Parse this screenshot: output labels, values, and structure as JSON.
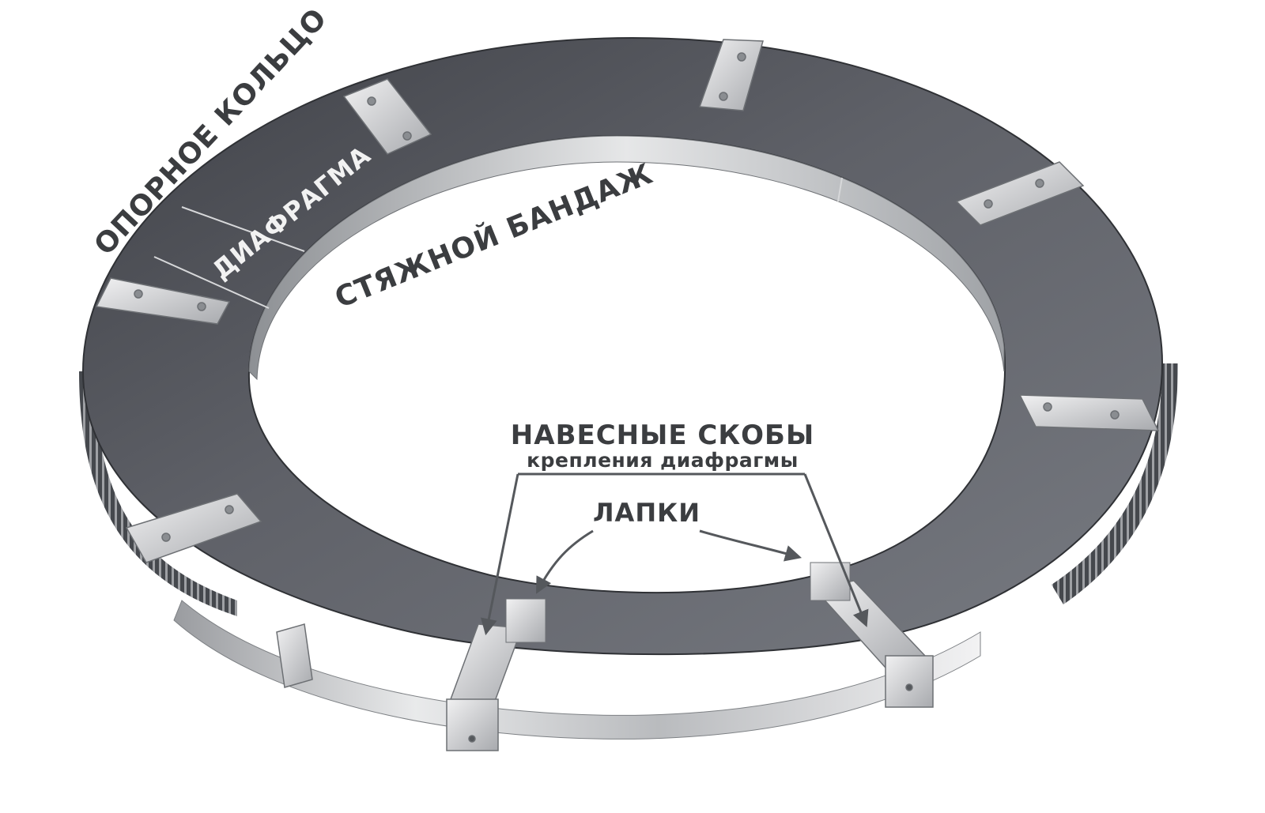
{
  "labels": {
    "support_ring": "ОПОРНОЕ КОЛЬЦО",
    "diaphragm": "ДИАФРАГМА",
    "band": "СТЯЖНОЙ БАНДАЖ",
    "brackets_title": "НАВЕСНЫЕ СКОБЫ",
    "brackets_subtitle": "крепления диафрагмы",
    "tabs": "ЛАПКИ"
  },
  "colors": {
    "background": "#ffffff",
    "ring_dark": "#4a4c52",
    "ring_mid": "#6b6e75",
    "steel_light": "#d9dadc",
    "label_dark": "#3b3d40",
    "label_light": "#f2f2f2",
    "arrow": "#55585c"
  }
}
